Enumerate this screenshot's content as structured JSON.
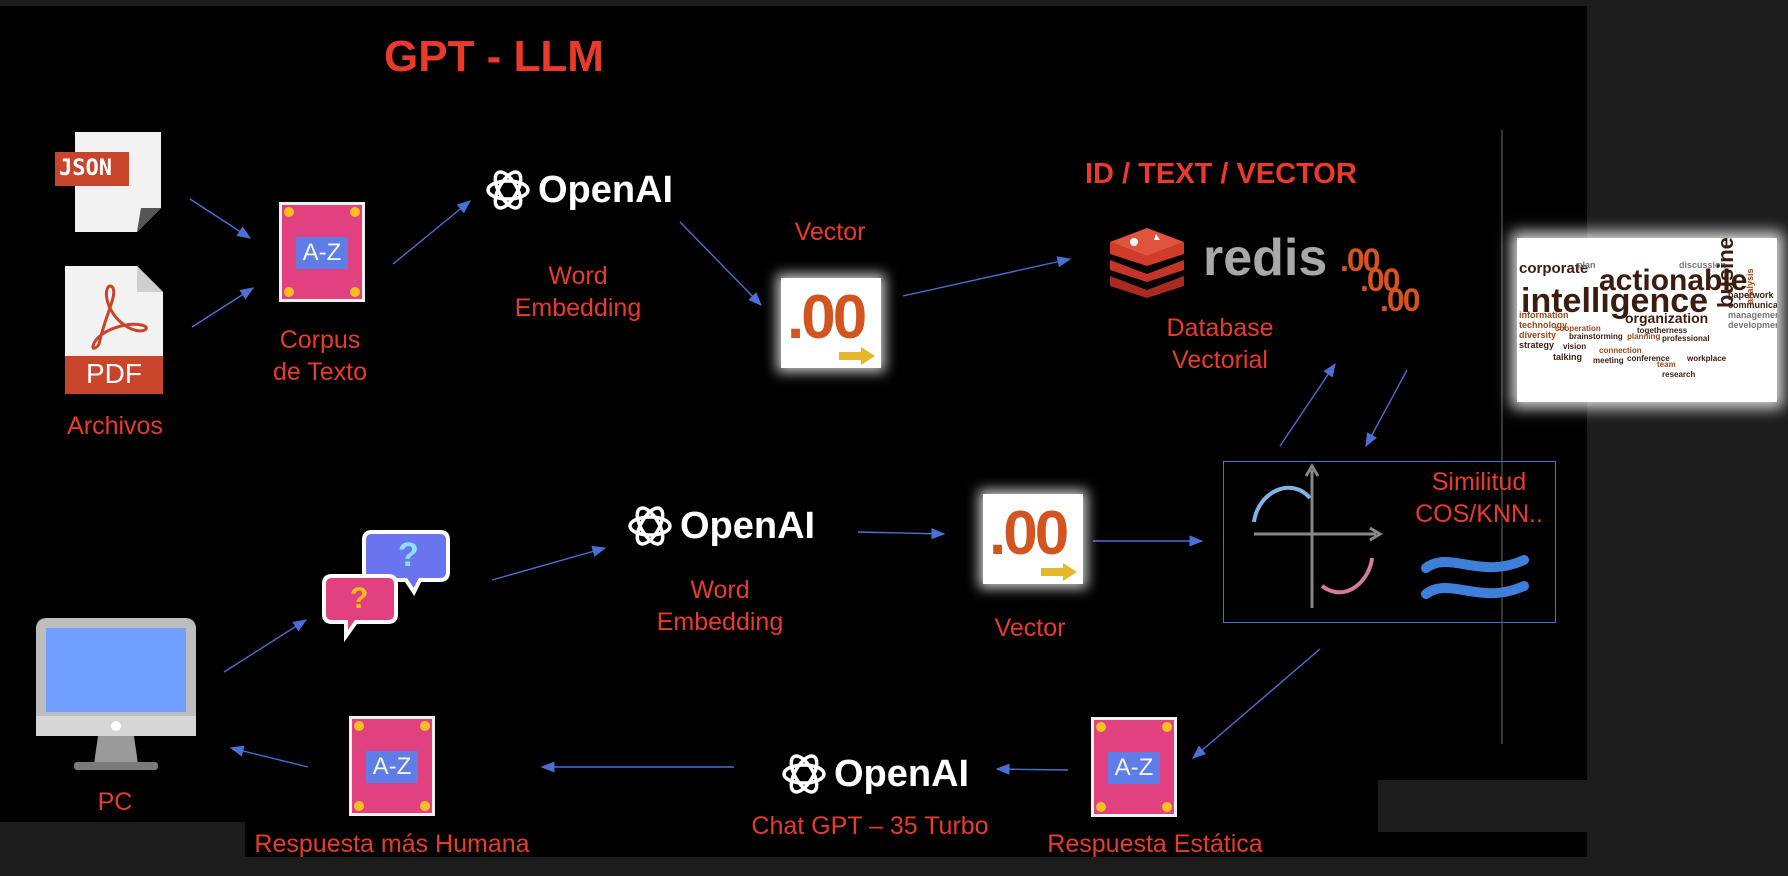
{
  "title": "GPT - LLM",
  "db_header": "ID / TEXT / VECTOR",
  "files": {
    "json_label": "JSON",
    "pdf_label": "PDF",
    "caption": "Archivos"
  },
  "corpus": {
    "tile": "A-Z",
    "caption": "Corpus\nde Texto"
  },
  "openai_brand": "OpenAI",
  "embedding_top": {
    "caption": "Word\nEmbedding"
  },
  "vector_top": {
    "caption": "Vector",
    "glyph": ".00"
  },
  "redis": {
    "brand": "redis",
    "caption": "Database\nVectorial",
    "digits": ".00"
  },
  "word_cloud": {
    "words": [
      "corporate",
      "plan",
      "discussion",
      "actionable",
      "paperwork",
      "communication",
      "intelligence",
      "management",
      "development",
      "organization",
      "information",
      "technology",
      "diversity",
      "strategy",
      "cooperation",
      "brainstorming",
      "togetherness",
      "planning",
      "professional",
      "vision",
      "talking",
      "connection",
      "meeting",
      "conference",
      "team",
      "research",
      "workplace",
      "business",
      "analysis"
    ]
  },
  "similarity": {
    "caption": "Similitud\nCOS/KNN.."
  },
  "question": {
    "mark": "?"
  },
  "embedding_mid": {
    "caption": "Word\nEmbedding"
  },
  "vector_mid": {
    "caption": "Vector",
    "glyph": ".00"
  },
  "pc": {
    "caption": "PC"
  },
  "chat": {
    "caption": "Chat GPT – 35 Turbo"
  },
  "response_static": {
    "tile": "A-Z",
    "caption": "Respuesta Estática"
  },
  "response_human": {
    "tile": "A-Z",
    "caption": "Respuesta más Humana"
  },
  "colors": {
    "accent_red": "#ea3b2a",
    "arrow_blue": "#4a6fd6",
    "vector_orange": "#d2541e",
    "redis_red": "#d03b2a",
    "tile_pink": "#e2417f",
    "tile_blue": "#5e7de6"
  }
}
